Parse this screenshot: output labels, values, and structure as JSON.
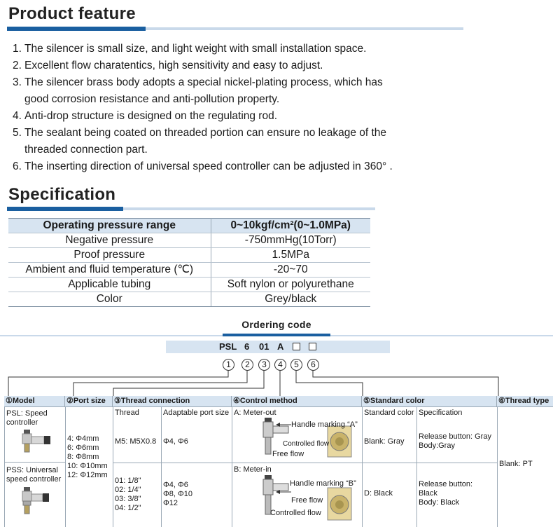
{
  "product_feature": {
    "title": "Product feature",
    "items": [
      {
        "num": "1.",
        "lines": [
          "The silencer is small size, and light weight with small installation space."
        ]
      },
      {
        "num": "2.",
        "lines": [
          "Excellent flow charatentics, high sensitivity and easy to adjust."
        ]
      },
      {
        "num": "3.",
        "lines": [
          "The silencer brass body adopts a special nickel-plating process, which has",
          "good corrosion resistance and anti-pollution property."
        ]
      },
      {
        "num": "4.",
        "lines": [
          "Anti-drop structure is designed on the regulating rod."
        ]
      },
      {
        "num": "5.",
        "lines": [
          "The sealant being coated on threaded portion can ensure no leakage of the",
          "threaded connection part."
        ]
      },
      {
        "num": "6.",
        "lines": [
          "The inserting direction of universal speed controller can be adjusted in 360° ."
        ]
      }
    ]
  },
  "specification": {
    "title": "Specification",
    "rows": [
      [
        "Operating pressure range",
        "0~10kgf/cm²(0~1.0MPa)"
      ],
      [
        "Negative pressure",
        "-750mmHg(10Torr)"
      ],
      [
        "Proof pressure",
        "1.5MPa"
      ],
      [
        "Ambient and fluid temperature (℃)",
        "-20~70"
      ],
      [
        "Applicable tubing",
        "Soft nylon or polyurethane"
      ],
      [
        "Color",
        "Grey/black"
      ]
    ]
  },
  "ordering": {
    "title": "Ordering code",
    "code": {
      "model": "PSL",
      "size": "6",
      "thread": "01",
      "control": "A"
    },
    "circles": [
      "1",
      "2",
      "3",
      "4",
      "5",
      "6"
    ],
    "headers": [
      "①Model",
      "②Port size",
      "③Thread connection",
      "④Control method",
      "⑤Standard color",
      "⑥Thread type"
    ],
    "model": {
      "psl": [
        "PSL: Speed",
        "controller"
      ],
      "pss": [
        "PSS: Universal",
        "speed controller"
      ]
    },
    "port_sizes": [
      "4: Φ4mm",
      "6: Φ6mm",
      "8: Φ8mm",
      "10: Φ10mm",
      "12: Φ12mm"
    ],
    "thread": {
      "col1": "Thread",
      "col2": "Adaptable port size",
      "m5": "M5: M5X0.8",
      "m5_ports": "Φ4, Φ6",
      "pt_list": [
        "01: 1/8\"",
        "02: 1/4\"",
        "03: 3/8\"",
        "04: 1/2\""
      ],
      "pt_ports": [
        "Φ4, Φ6",
        "Φ8, Φ10",
        "Φ12"
      ]
    },
    "control": {
      "a": "A: Meter-out",
      "a_handle": "Handle marking “A”",
      "a_controlled": "Controlled flow",
      "a_free": "Free flow",
      "b": "B: Meter-in",
      "b_handle": "Handle marking “B”",
      "b_free": "Free flow",
      "b_controlled": "Controlled flow"
    },
    "color": {
      "col1": "Standard color",
      "col2": "Specification",
      "blank": "Blank: Gray",
      "blank_spec": [
        "Release button: Gray",
        "Body:Gray"
      ],
      "d": "D: Black",
      "d_spec": [
        "Release button:",
        "Black",
        "Body: Black"
      ]
    },
    "thread_type": "Blank: PT"
  },
  "colors": {
    "accent": "#1a5fa0",
    "accent_light": "#c9d9ea",
    "header_fill": "#d7e4f1"
  }
}
